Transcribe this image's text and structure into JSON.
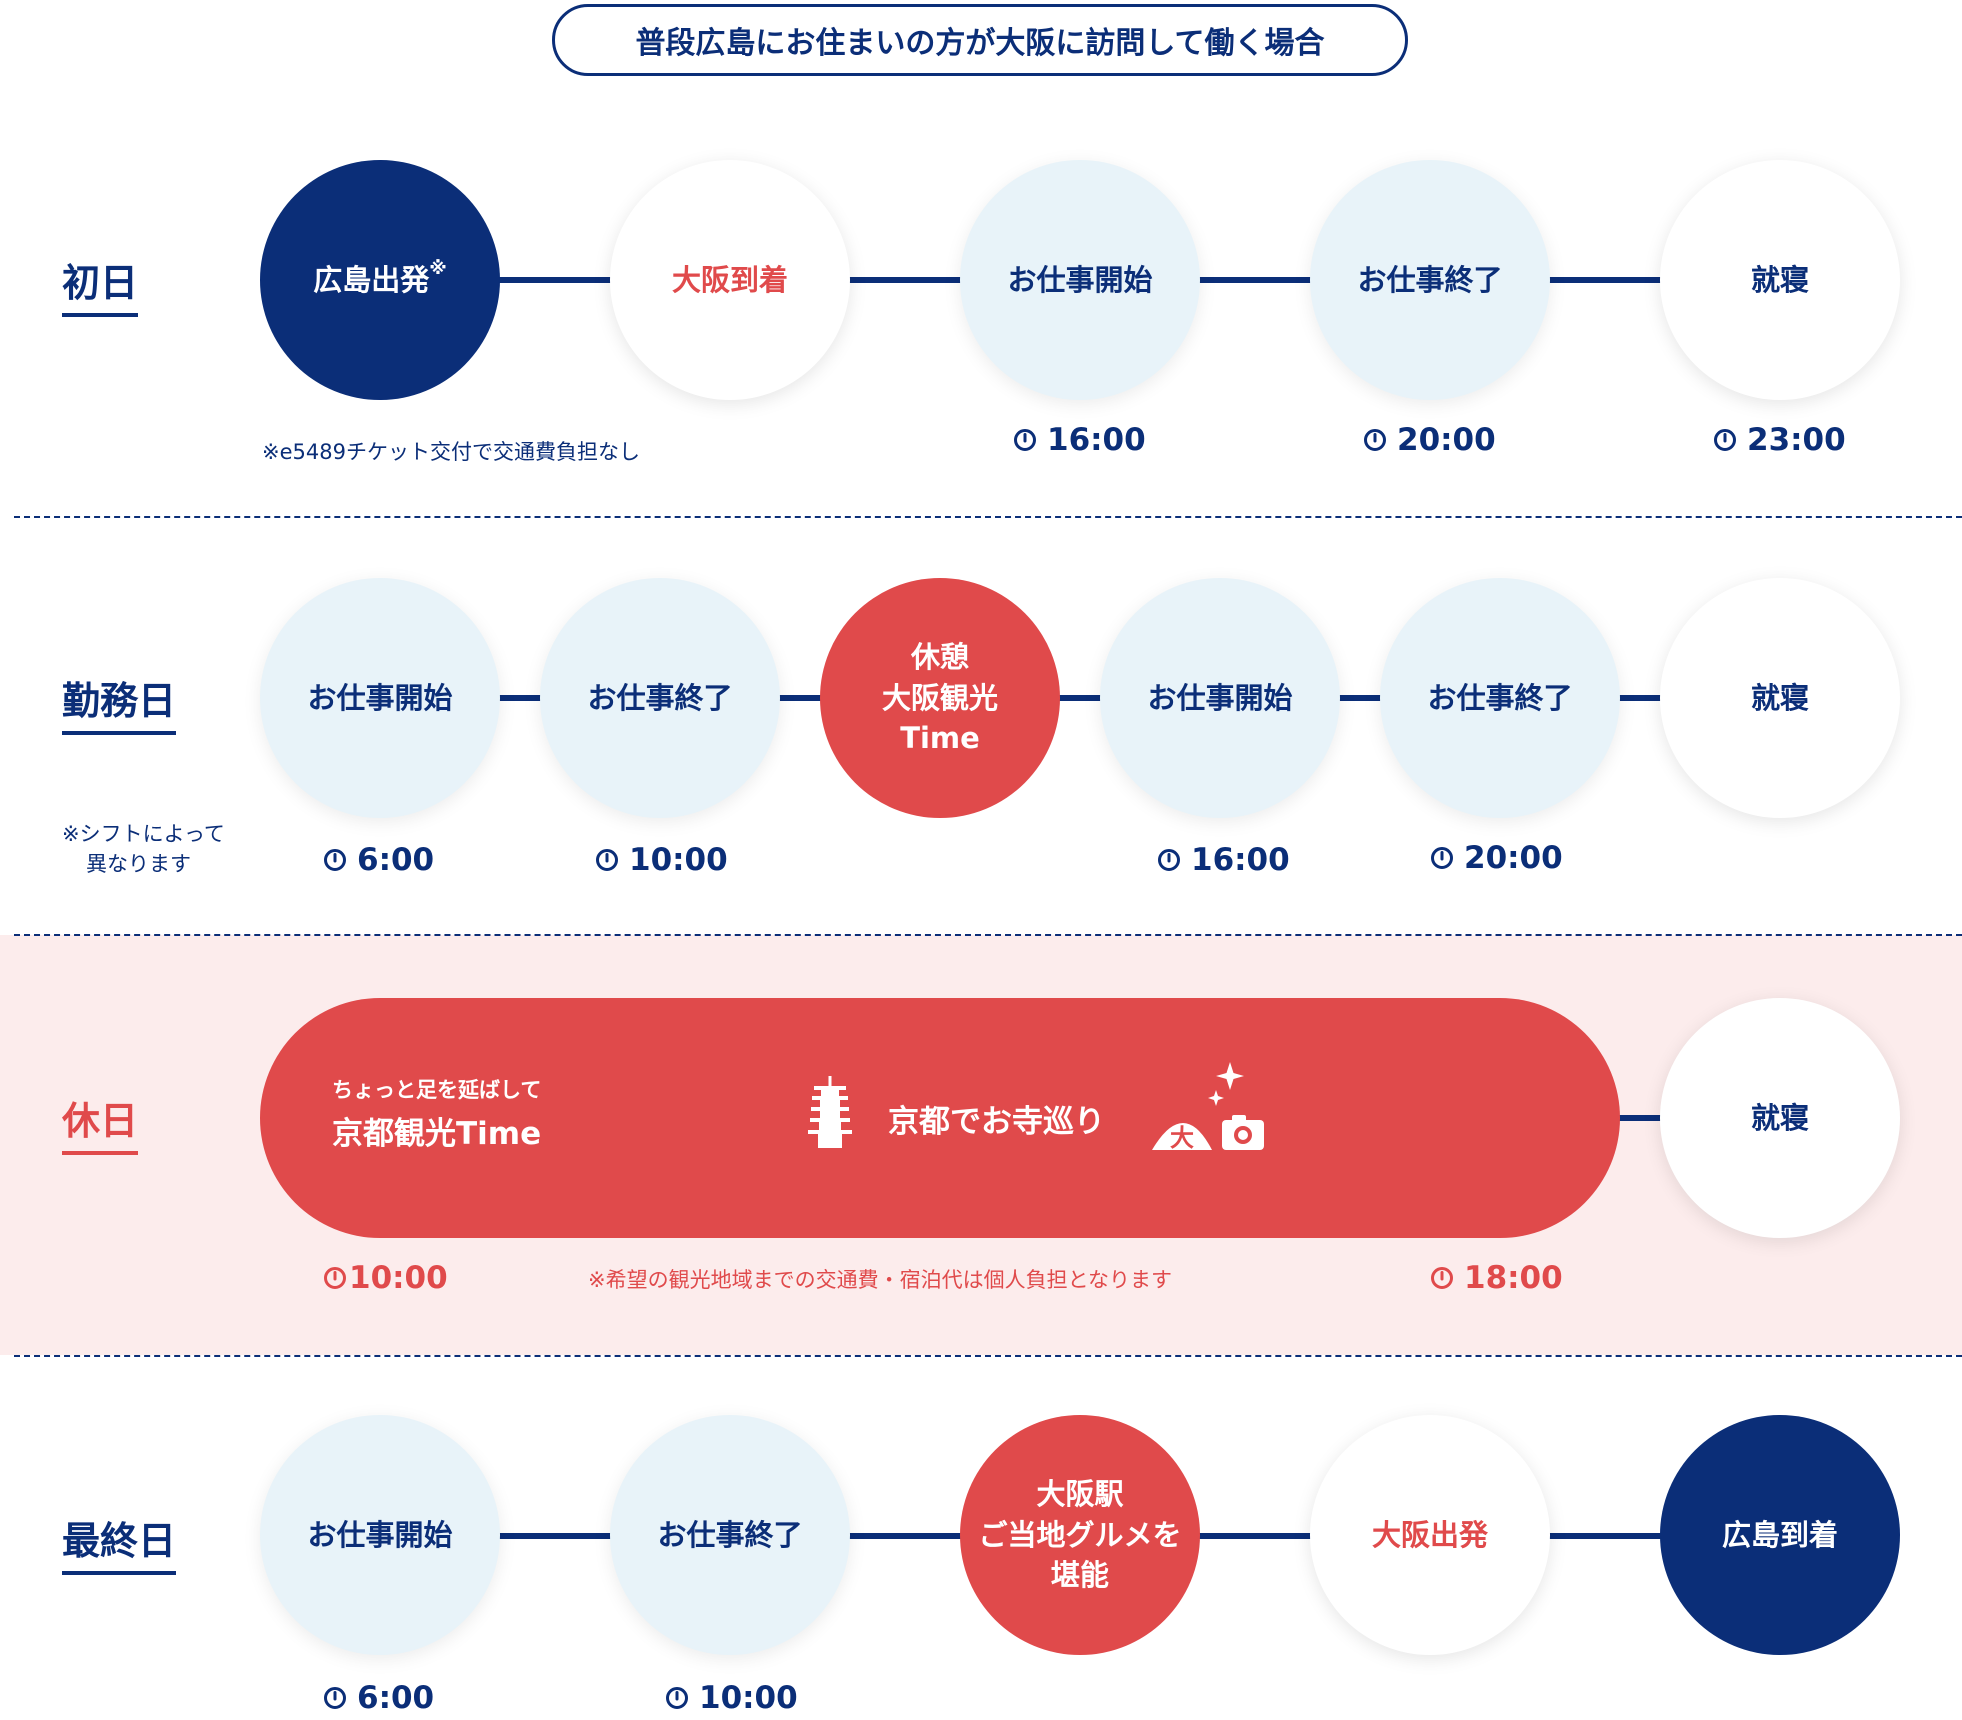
{
  "title": "普段広島にお住まいの方が大阪に訪問して働く場合",
  "colors": {
    "navy": "#0b2e78",
    "red": "#e04a4b",
    "light_blue": "#e8f3f9",
    "pink_bg": "#fcecec"
  },
  "day1": {
    "label": "初日",
    "steps": [
      "広島出発",
      "大阪到着",
      "お仕事開始",
      "お仕事終了",
      "就寝"
    ],
    "asterisk": "※",
    "times": [
      "16:00",
      "20:00",
      "23:00"
    ],
    "note": "※e5489チケット交付で交通費負担なし"
  },
  "workday": {
    "label": "勤務日",
    "steps": [
      "お仕事開始",
      "お仕事終了",
      "休憩",
      "大阪観光",
      "Time",
      "お仕事開始",
      "お仕事終了",
      "就寝"
    ],
    "times": [
      "6:00",
      "10:00",
      "16:00",
      "20:00"
    ],
    "note_line1": "※シフトによって",
    "note_line2": "異なります"
  },
  "holiday": {
    "label": "休日",
    "sub": "ちょっと足を延ばして",
    "main": "京都観光Time",
    "activity": "京都でお寺巡り",
    "daimonji": "大",
    "sleep": "就寝",
    "times": [
      "10:00",
      "18:00"
    ],
    "note": "※希望の観光地域までの交通費・宿泊代は個人負担となります"
  },
  "lastday": {
    "label": "最終日",
    "steps": [
      "お仕事開始",
      "お仕事終了",
      "大阪駅",
      "ご当地グルメを",
      "堪能",
      "大阪出発",
      "広島到着"
    ],
    "times": [
      "6:00",
      "10:00"
    ]
  }
}
